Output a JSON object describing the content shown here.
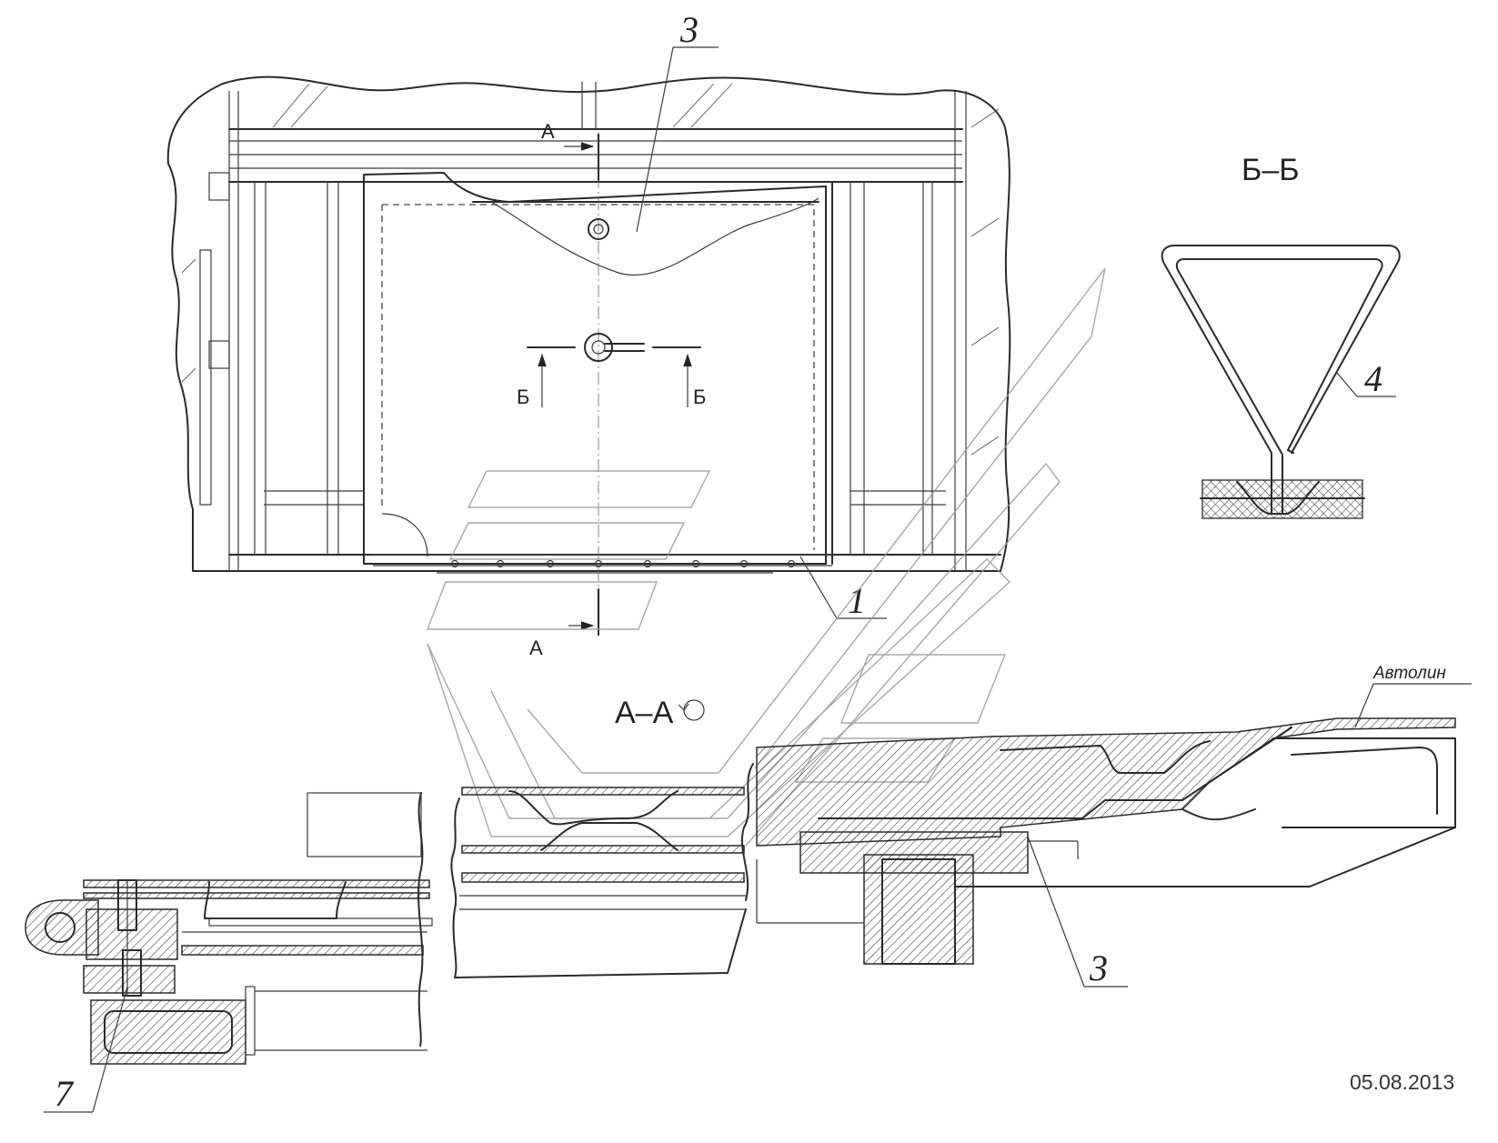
{
  "labels": {
    "item_3_top": "3",
    "item_1": "1",
    "item_4": "4",
    "item_3_bottom": "3",
    "item_7": "7",
    "cut_a_upper": "А",
    "cut_a_lower": "А",
    "cut_b_left": "Б",
    "cut_b_right": "Б",
    "section_bb_title": "Б–Б",
    "section_aa_title": "А–А",
    "material_note": "Автолин",
    "date": "05.08.2013"
  },
  "colors": {
    "line": "#2a2a2a",
    "background": "#ffffff",
    "watermark": "#9a9a9a"
  }
}
